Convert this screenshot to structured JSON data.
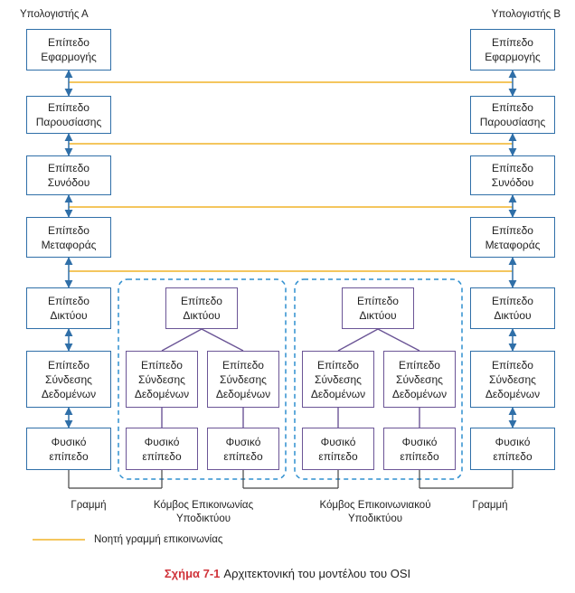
{
  "hosts": {
    "a_title": "Υπολογιστής Α",
    "b_title": "Υπολογιστής Β"
  },
  "layers": {
    "application": "Επίπεδο\nΕφαρμογής",
    "presentation": "Επίπεδο\nΠαρουσίασης",
    "session": "Επίπεδο\nΣυνόδου",
    "transport": "Επίπεδο\nΜεταφοράς",
    "network": "Επίπεδο\nΔικτύου",
    "datalink": "Επίπεδο\nΣύνδεσης\nΔεδομένων",
    "physical": "Φυσικό\nεπίπεδο"
  },
  "labels": {
    "line_left": "Γραμμή",
    "line_right": "Γραμμή",
    "node1": "Κόμβος Επικοινωνίας\nΥποδικτύου",
    "node2": "Κόμβος Επικοινωνιακού\nΥποδικτύου"
  },
  "legend": {
    "text": "Νοητή γραμμή επικοινωνίας"
  },
  "caption": {
    "figure": "Σχήμα 7-1",
    "text": "Αρχιτεκτονική του μοντέλου του OSI"
  },
  "colors": {
    "box_border": "#2f6fa8",
    "node_border": "#6b5596",
    "virtual_line": "#f0b429",
    "dashed": "#2f8fcf"
  }
}
